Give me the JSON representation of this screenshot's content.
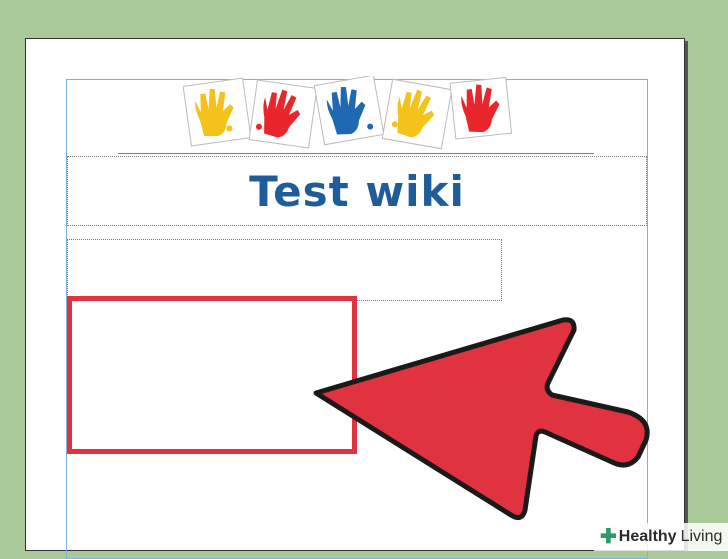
{
  "document": {
    "title": "Test wiki"
  },
  "header": {
    "image_icon": "handprints-banner"
  },
  "arrow": {
    "icon": "pointer-arrow-icon",
    "color": "#e0323f"
  },
  "watermark": {
    "brand_first": "Healthy",
    "brand_second": "Living"
  },
  "colors": {
    "background": "#a9c99a",
    "title": "#1f5d9a",
    "highlight": "#e0323f"
  }
}
